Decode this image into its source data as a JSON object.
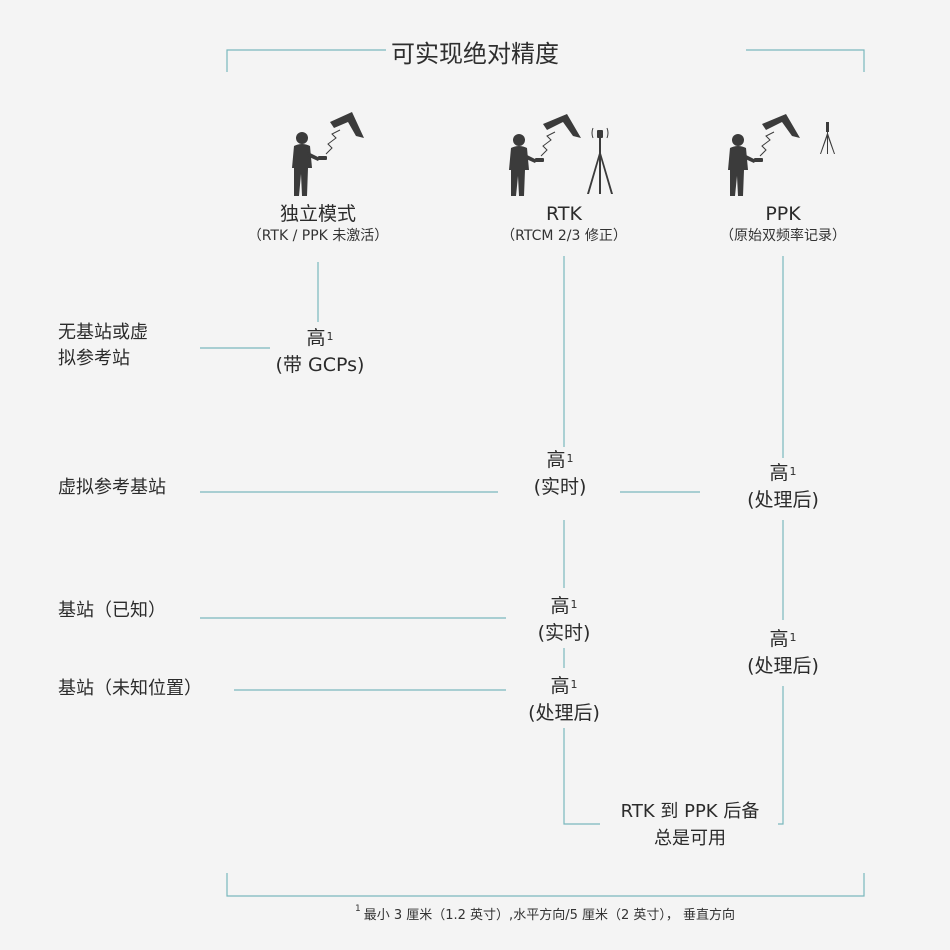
{
  "title": "可实现绝对精度",
  "columns": [
    {
      "name": "独立模式",
      "sub": "（RTK / PPK 未激活）"
    },
    {
      "name": "RTK",
      "sub": "（RTCM 2/3 修正）"
    },
    {
      "name": "PPK",
      "sub": "（原始双频率记录）"
    }
  ],
  "rows": [
    {
      "label_line1": "无基站或虚",
      "label_line2": "拟参考站"
    },
    {
      "label": "虚拟参考基站"
    },
    {
      "label": "基站（已知）"
    },
    {
      "label": "基站（未知位置）"
    }
  ],
  "nodes": {
    "standalone_none": {
      "value": "高",
      "mark": "1",
      "note": "(带 GCPs)"
    },
    "rtk_vrs": {
      "value": "高",
      "mark": "1",
      "note": "(实时)"
    },
    "ppk_vrs": {
      "value": "高",
      "mark": "1",
      "note": "(处理后)"
    },
    "rtk_known": {
      "value": "高",
      "mark": "1",
      "note": "(实时)"
    },
    "ppk_known": {
      "value": "高",
      "mark": "1",
      "note": "(处理后)"
    },
    "rtk_unknown": {
      "value": "高",
      "mark": "1",
      "note": "(处理后)"
    }
  },
  "backup": {
    "line1": "RTK 到 PPK 后备",
    "line2": "总是可用"
  },
  "footnote": {
    "mark": "1",
    "text": "最小 3 厘米（1.2 英寸）,水平方向/5 厘米（2 英寸）， 垂直方向"
  },
  "colors": {
    "line": "#7ab8bd",
    "silhouette": "#3b3b3b",
    "background": "#f4f4f4"
  },
  "icons": [
    "operator-with-drone-icon",
    "gnss-base-station-icon",
    "tripod-icon"
  ]
}
